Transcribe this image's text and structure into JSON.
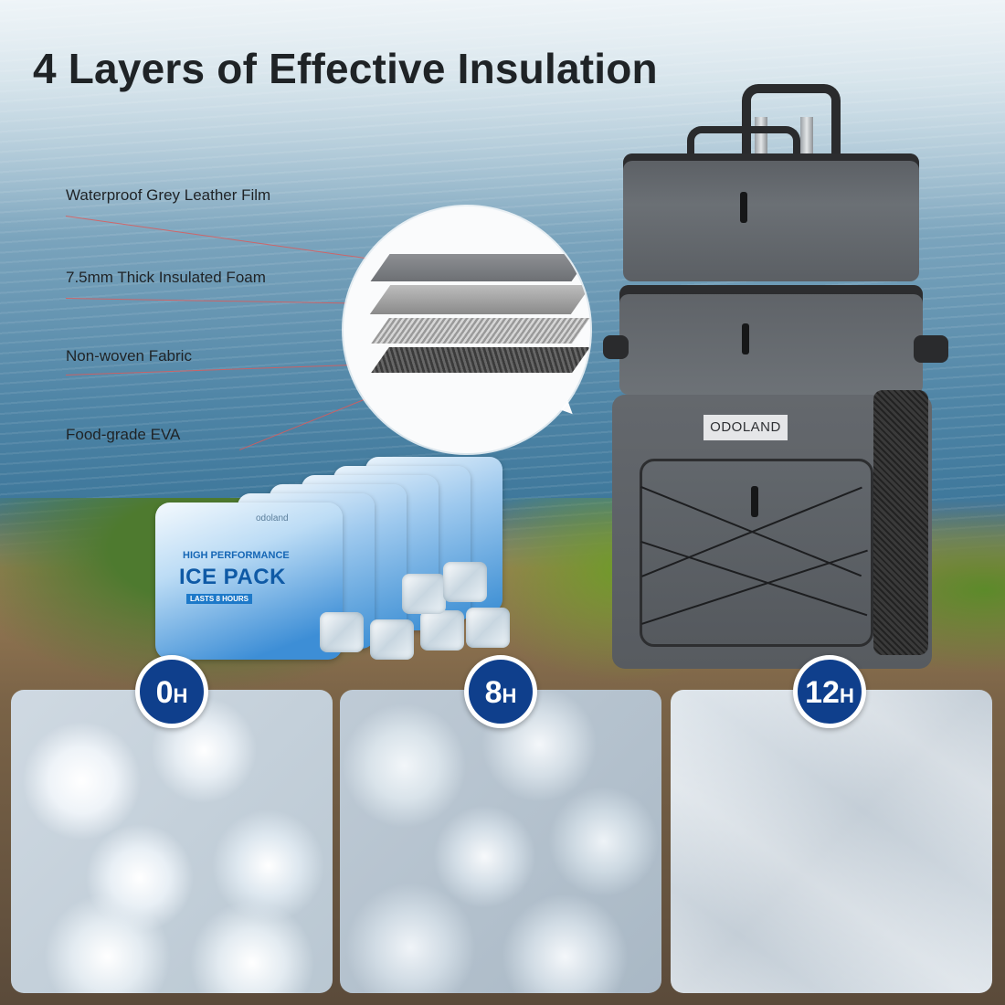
{
  "title": "4 Layers of Effective Insulation",
  "layers": [
    {
      "label": "Waterproof Grey Leather Film"
    },
    {
      "label": "7.5mm Thick Insulated Foam"
    },
    {
      "label": "Non-woven Fabric"
    },
    {
      "label": "Food-grade EVA"
    }
  ],
  "ice_pack": {
    "line1": "HIGH PERFORMANCE",
    "line2": "ICE PACK",
    "line3": "LASTS 8 HOURS",
    "brand": "odoland"
  },
  "cooler": {
    "logo": "ODOLAND"
  },
  "timeline": [
    {
      "value": "0",
      "unit": "H"
    },
    {
      "value": "8",
      "unit": "H"
    },
    {
      "value": "12",
      "unit": "H"
    }
  ],
  "colors": {
    "badge": "#0f3f8c",
    "title_text": "#1f2326",
    "leader_line": "#dc5a5a",
    "cooler_grey": "#64686d"
  }
}
